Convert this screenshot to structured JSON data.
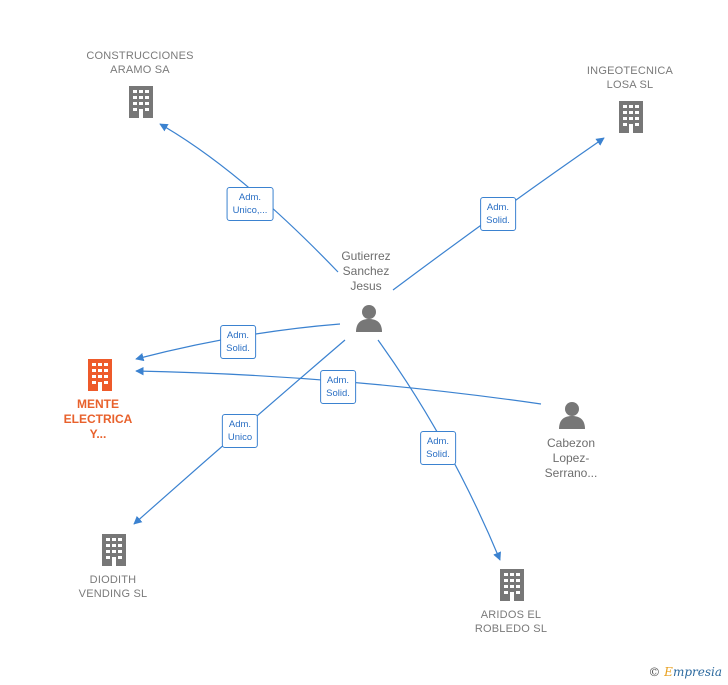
{
  "nodes": {
    "construcciones": {
      "label": "CONSTRUCCIONES\nARAMO SA",
      "kind": "company"
    },
    "ingeotecnica": {
      "label": "INGEOTECNICA\nLOSA SL",
      "kind": "company"
    },
    "gutierrez": {
      "label": "Gutierrez\nSanchez\nJesus",
      "kind": "person"
    },
    "mente": {
      "label": "MENTE\nELECTRICA\nY...",
      "kind": "main"
    },
    "cabezon": {
      "label": "Cabezon\nLopez-\nSerrano...",
      "kind": "person"
    },
    "diodith": {
      "label": "DIODITH\nVENDING  SL",
      "kind": "company"
    },
    "aridos": {
      "label": "ARIDOS EL\nROBLEDO SL",
      "kind": "company"
    }
  },
  "edges": {
    "e1": {
      "label": "Adm.\nUnico,..."
    },
    "e2": {
      "label": "Adm.\nSolid."
    },
    "e3": {
      "label": "Adm.\nSolid."
    },
    "e4": {
      "label": "Adm.\nSolid."
    },
    "e5": {
      "label": "Adm.\nUnico"
    },
    "e6": {
      "label": "Adm.\nSolid."
    }
  },
  "colors": {
    "edge": "#3b82d0",
    "company_icon": "#777777",
    "main_icon": "#ee5a2a",
    "person_icon": "#777777"
  },
  "watermark": {
    "symbol": "©",
    "brand_initial": "E",
    "brand_rest": "mpresia"
  }
}
